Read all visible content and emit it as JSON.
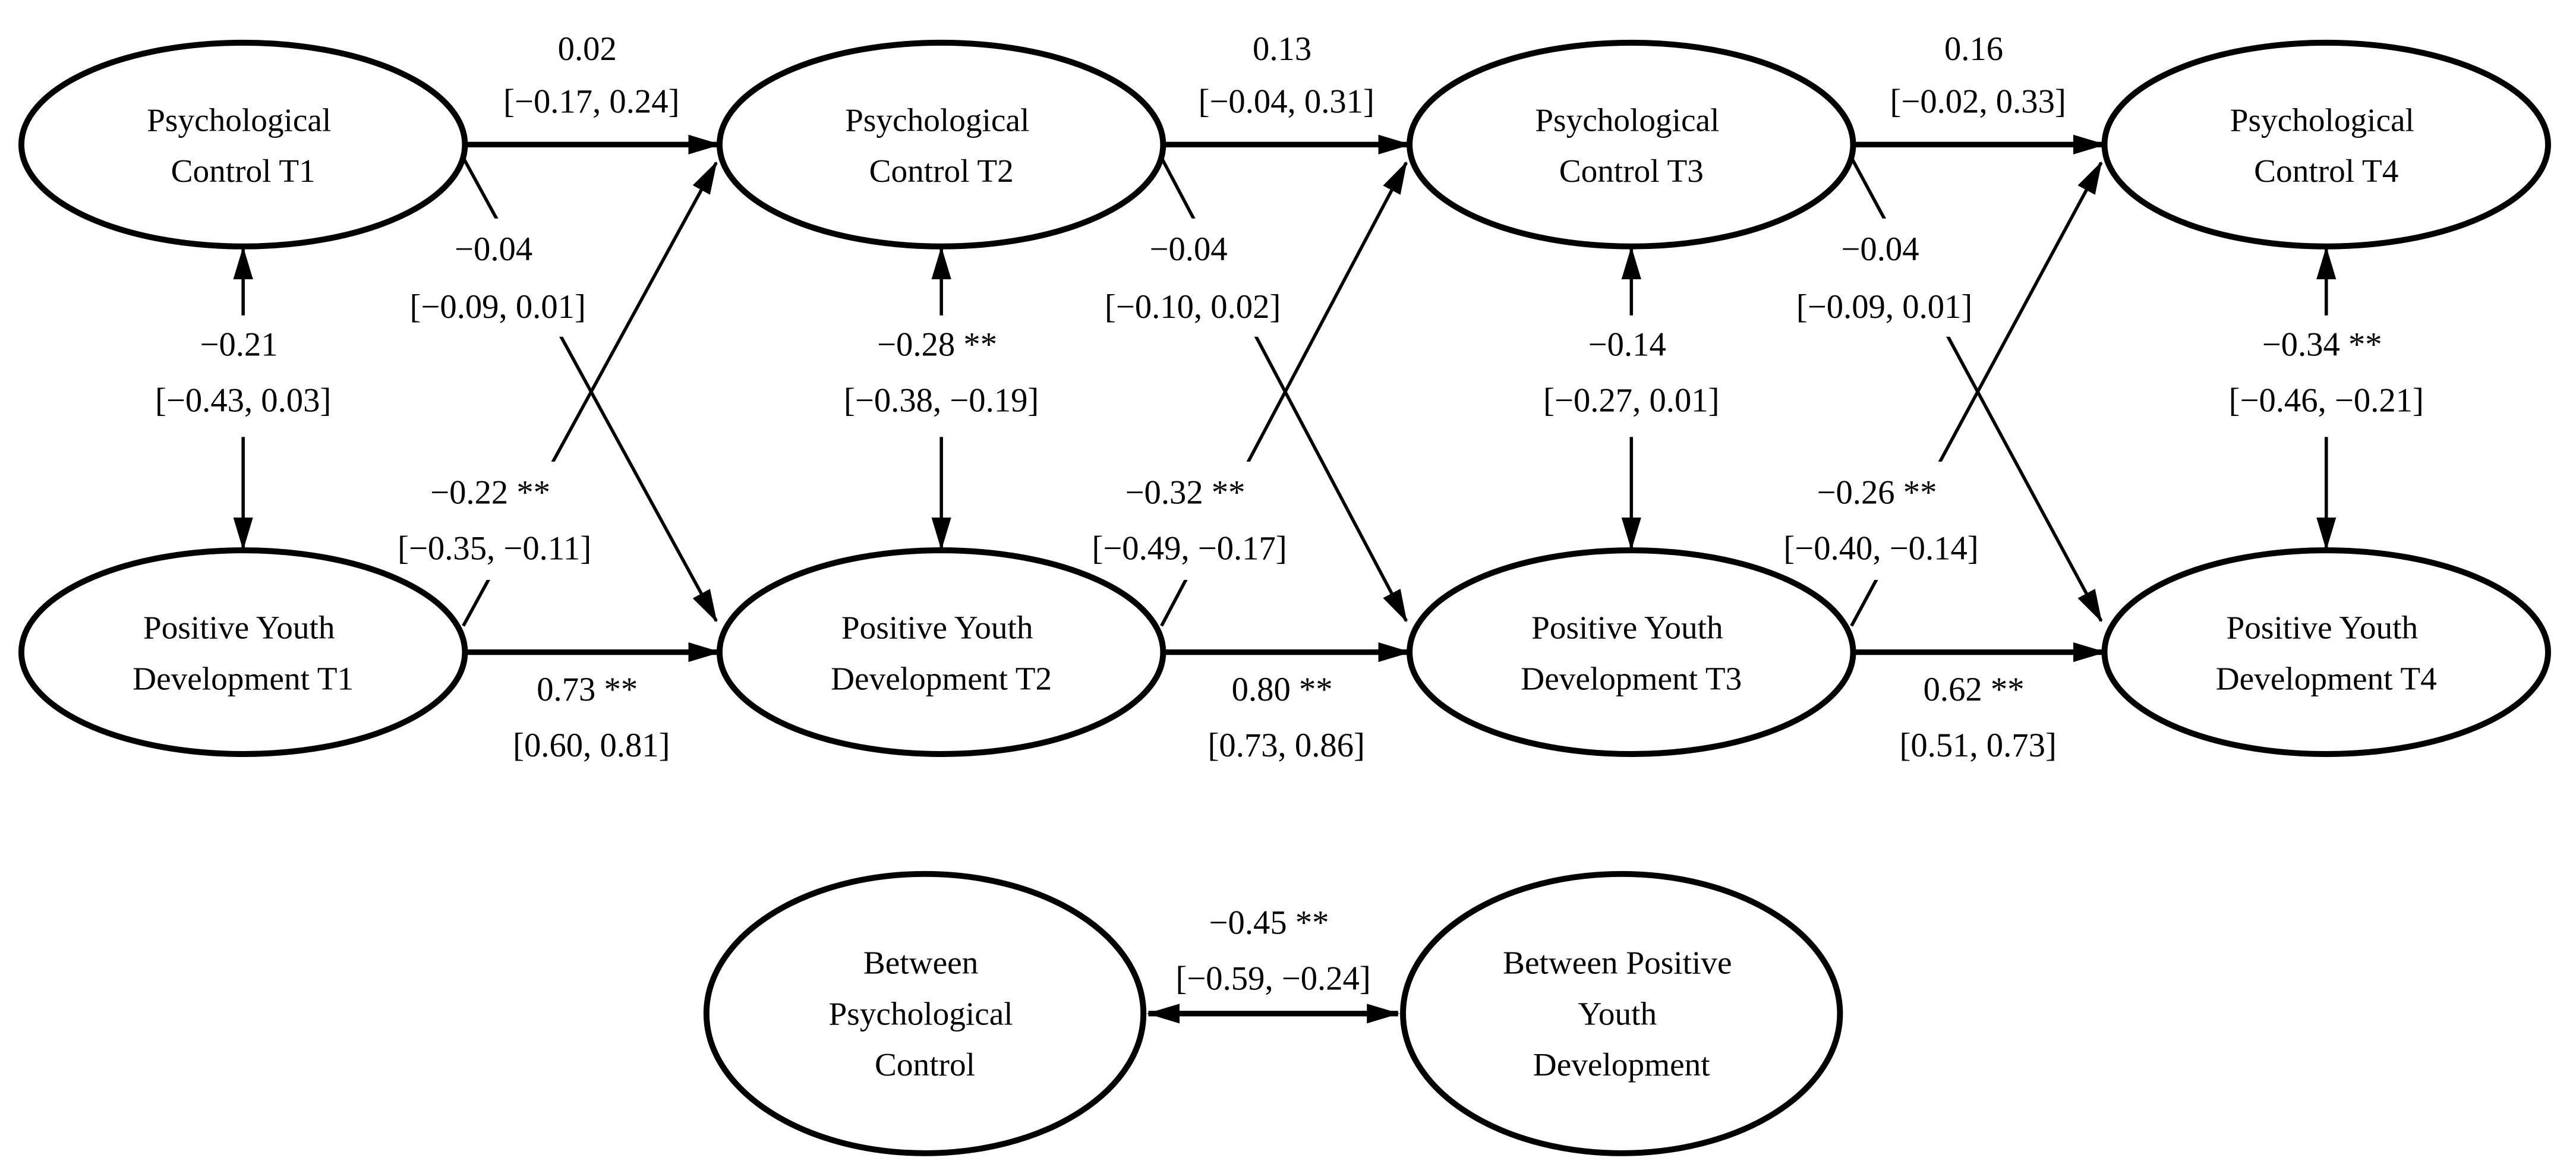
{
  "figure": {
    "background": "#ffffff",
    "ink": "#000000",
    "kind": "cross-lagged panel structural equation model"
  },
  "nodes": {
    "pc_t1": {
      "line1": "Psychological",
      "line2": "Control T1"
    },
    "pc_t2": {
      "line1": "Psychological",
      "line2": "Control T2"
    },
    "pc_t3": {
      "line1": "Psychological",
      "line2": "Control T3"
    },
    "pc_t4": {
      "line1": "Psychological",
      "line2": "Control T4"
    },
    "pyd_t1": {
      "line1": "Positive Youth",
      "line2": "Development T1"
    },
    "pyd_t2": {
      "line1": "Positive Youth",
      "line2": "Development T2"
    },
    "pyd_t3": {
      "line1": "Positive Youth",
      "line2": "Development T3"
    },
    "pyd_t4": {
      "line1": "Positive Youth",
      "line2": "Development T4"
    },
    "between_pc": {
      "line1": "Between",
      "line2": "Psychological",
      "line3": "Control"
    },
    "between_pyd": {
      "line1": "Between Positive",
      "line2": "Youth",
      "line3": "Development"
    }
  },
  "edges": {
    "pc_t1_pc_t2": {
      "from": "pc_t1",
      "to": "pc_t2",
      "type": "regression",
      "estimate": "0.02",
      "ci": "[−0.17, 0.24]"
    },
    "pc_t2_pc_t3": {
      "from": "pc_t2",
      "to": "pc_t3",
      "type": "regression",
      "estimate": "0.13",
      "ci": "[−0.04, 0.31]"
    },
    "pc_t3_pc_t4": {
      "from": "pc_t3",
      "to": "pc_t4",
      "type": "regression",
      "estimate": "0.16",
      "ci": "[−0.02, 0.33]"
    },
    "pyd_t1_pyd_t2": {
      "from": "pyd_t1",
      "to": "pyd_t2",
      "type": "regression",
      "estimate": "0.73 **",
      "ci": "[0.60, 0.81]"
    },
    "pyd_t2_pyd_t3": {
      "from": "pyd_t2",
      "to": "pyd_t3",
      "type": "regression",
      "estimate": "0.80 **",
      "ci": "[0.73, 0.86]"
    },
    "pyd_t3_pyd_t4": {
      "from": "pyd_t3",
      "to": "pyd_t4",
      "type": "regression",
      "estimate": "0.62 **",
      "ci": "[0.51, 0.73]"
    },
    "pc_t1_pyd_t2": {
      "from": "pc_t1",
      "to": "pyd_t2",
      "type": "regression",
      "estimate": "−0.04",
      "ci": "[−0.09, 0.01]"
    },
    "pc_t2_pyd_t3": {
      "from": "pc_t2",
      "to": "pyd_t3",
      "type": "regression",
      "estimate": "−0.04",
      "ci": "[−0.10, 0.02]"
    },
    "pc_t3_pyd_t4": {
      "from": "pc_t3",
      "to": "pyd_t4",
      "type": "regression",
      "estimate": "−0.04",
      "ci": "[−0.09, 0.01]"
    },
    "pyd_t1_pc_t2": {
      "from": "pyd_t1",
      "to": "pc_t2",
      "type": "regression",
      "estimate": "−0.22 **",
      "ci": "[−0.35, −0.11]"
    },
    "pyd_t2_pc_t3": {
      "from": "pyd_t2",
      "to": "pc_t3",
      "type": "regression",
      "estimate": "−0.32 **",
      "ci": "[−0.49, −0.17]"
    },
    "pyd_t3_pc_t4": {
      "from": "pyd_t3",
      "to": "pc_t4",
      "type": "regression",
      "estimate": "−0.26 **",
      "ci": "[−0.40, −0.14]"
    },
    "cov_t1": {
      "from": "pc_t1",
      "to": "pyd_t1",
      "type": "covariance",
      "estimate": "−0.21",
      "ci": "[−0.43, 0.03]"
    },
    "cov_t2": {
      "from": "pc_t2",
      "to": "pyd_t2",
      "type": "covariance",
      "estimate": "−0.28 **",
      "ci": "[−0.38, −0.19]"
    },
    "cov_t3": {
      "from": "pc_t3",
      "to": "pyd_t3",
      "type": "covariance",
      "estimate": "−0.14",
      "ci": "[−0.27, 0.01]"
    },
    "cov_t4": {
      "from": "pc_t4",
      "to": "pyd_t4",
      "type": "covariance",
      "estimate": "−0.34 **",
      "ci": "[−0.46, −0.21]"
    },
    "cov_between": {
      "from": "between_pc",
      "to": "between_pyd",
      "type": "covariance",
      "estimate": "−0.45 **",
      "ci": "[−0.59, −0.24]"
    }
  }
}
